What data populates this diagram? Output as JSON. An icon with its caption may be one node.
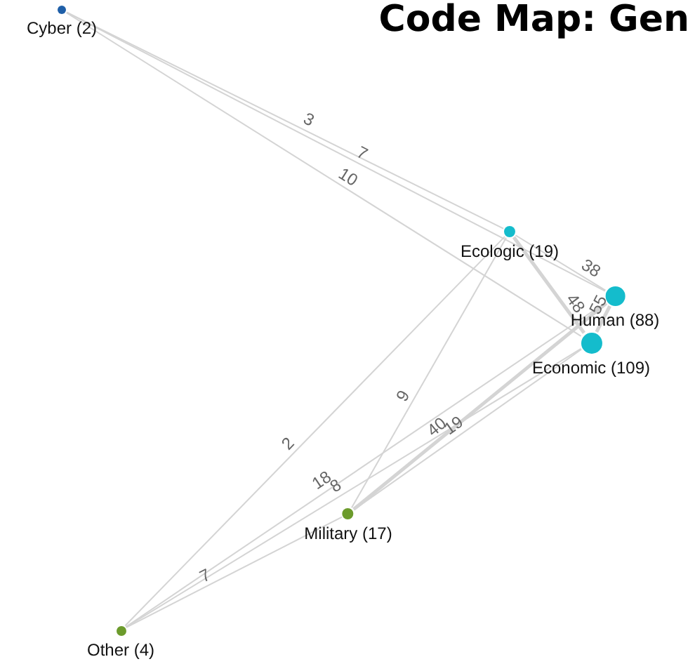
{
  "diagram": {
    "title": "Code Map: Gen",
    "nodes": [
      {
        "text": [
          "Cyber (2)"
        ]
      },
      {
        "text": [
          "Ecologic (19)"
        ]
      },
      {
        "text": [
          "Human (88)"
        ]
      },
      {
        "text": [
          "Economic (109)"
        ]
      },
      {
        "text": [
          "Military (17)"
        ]
      },
      {
        "text": [
          "Other (4)"
        ]
      }
    ],
    "edges": [
      {
        "from": 0,
        "to": 1,
        "arrow": "none",
        "label": "3"
      },
      {
        "from": 0,
        "to": 2,
        "arrow": "none",
        "label": "7"
      },
      {
        "from": 0,
        "to": 3,
        "arrow": "none",
        "label": "10"
      },
      {
        "from": 1,
        "to": 2,
        "arrow": "none",
        "label": "38"
      },
      {
        "from": 1,
        "to": 3,
        "arrow": "none",
        "label": "48",
        "style": "thick"
      },
      {
        "from": 2,
        "to": 3,
        "arrow": "none",
        "label": "55",
        "style": "thick"
      },
      {
        "from": 1,
        "to": 4,
        "arrow": "none",
        "label": "9"
      },
      {
        "from": 1,
        "to": 5,
        "arrow": "none",
        "label": "2"
      },
      {
        "from": 4,
        "to": 2,
        "arrow": "none",
        "label": "40",
        "style": "thick"
      },
      {
        "from": 4,
        "to": 3,
        "arrow": "none",
        "label": "19"
      },
      {
        "from": 5,
        "to": 2,
        "arrow": "none",
        "label": "18"
      },
      {
        "from": 5,
        "to": 3,
        "arrow": "none",
        "label": "8"
      },
      {
        "from": 5,
        "to": 4,
        "arrow": "none",
        "label": "7"
      }
    ]
  }
}
